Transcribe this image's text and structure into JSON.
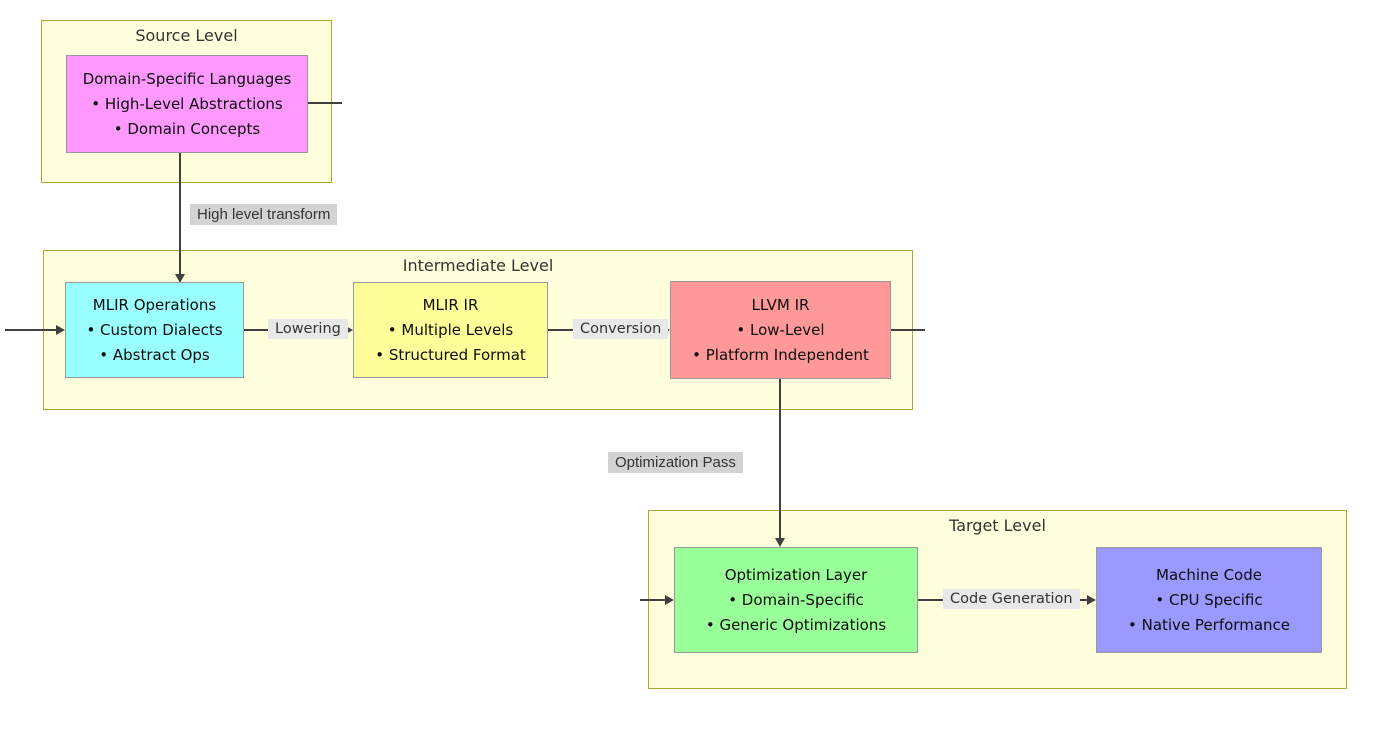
{
  "colors": {
    "container_fill": "#ffffde",
    "container_border": "#aaaa33",
    "node_border": "#999999",
    "edge": "#404040",
    "transform_label_bg": "#d3d3d3",
    "inline_label_bg": "#e8e8e8"
  },
  "containers": {
    "source": {
      "title": "Source Level"
    },
    "intermediate": {
      "title": "Intermediate Level"
    },
    "target": {
      "title": "Target Level"
    }
  },
  "nodes": {
    "dsl": {
      "title": "Domain-Specific Languages",
      "bullet1": "• High-Level Abstractions",
      "bullet2": "• Domain Concepts",
      "fill": "#ff99ff"
    },
    "mlir_ops": {
      "title": "MLIR Operations",
      "bullet1": "• Custom Dialects",
      "bullet2": "• Abstract Ops",
      "fill": "#99ffff"
    },
    "mlir_ir": {
      "title": "MLIR IR",
      "bullet1": "• Multiple Levels",
      "bullet2": "• Structured Format",
      "fill": "#ffff99"
    },
    "llvm_ir": {
      "title": "LLVM IR",
      "bullet1": "• Low-Level",
      "bullet2": "• Platform Independent",
      "fill": "#ff9999"
    },
    "opt_layer": {
      "title": "Optimization Layer",
      "bullet1": "• Domain-Specific",
      "bullet2": "• Generic Optimizations",
      "fill": "#99ff99"
    },
    "machine_code": {
      "title": "Machine Code",
      "bullet1": "• CPU Specific",
      "bullet2": "• Native Performance",
      "fill": "#9999ff"
    }
  },
  "edge_labels": {
    "high_level_transform": "High level transform",
    "lowering": "Lowering",
    "conversion": "Conversion",
    "optimization_pass": "Optimization Pass",
    "code_generation": "Code Generation"
  }
}
